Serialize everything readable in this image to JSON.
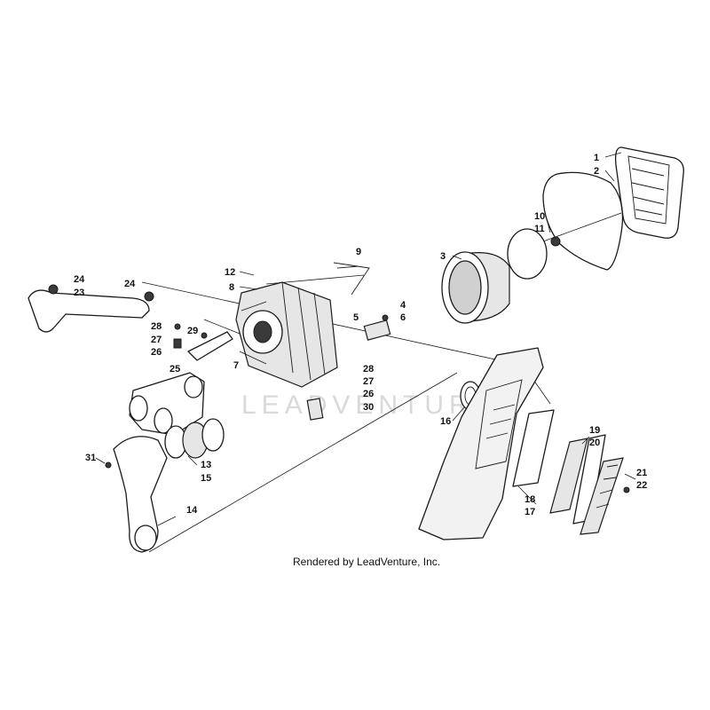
{
  "diagram": {
    "type": "exploded-parts-diagram",
    "caption": "Rendered by LeadVenture, Inc.",
    "watermark": "LEADVENTURE",
    "callouts": [
      "1",
      "2",
      "3",
      "4",
      "5",
      "6",
      "7",
      "8",
      "9",
      "10",
      "11",
      "12",
      "13",
      "14",
      "15",
      "16",
      "17",
      "18",
      "19",
      "20",
      "21",
      "22",
      "23",
      "24",
      "24",
      "25",
      "26",
      "26",
      "27",
      "27",
      "28",
      "28",
      "29",
      "30",
      "31"
    ]
  }
}
